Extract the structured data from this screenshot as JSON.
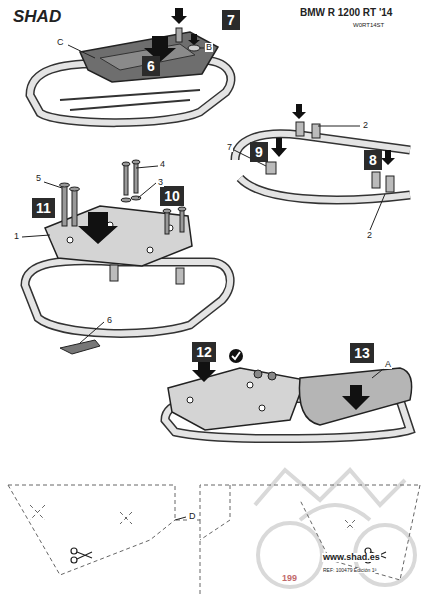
{
  "diagram": {
    "title": "BMW R 1200 RT '14",
    "nodes": [
      {
        "text": [
          "7"
        ]
      },
      {
        "text": [
          "6"
        ]
      },
      {
        "text": [
          "9"
        ]
      },
      {
        "text": [
          "8"
        ]
      },
      {
        "text": [
          "11"
        ]
      },
      {
        "text": [
          "10"
        ]
      },
      {
        "text": [
          "12"
        ]
      },
      {
        "text": [
          "13"
        ]
      }
    ],
    "labels": [
      "SHAD",
      "W0RT14ST",
      "C",
      "B",
      "2",
      "7",
      "2",
      "5",
      "4",
      "3",
      "1",
      "6",
      "A",
      "D",
      "www.shad.es",
      "REF: 100479 Edición 1ª",
      "199"
    ]
  }
}
